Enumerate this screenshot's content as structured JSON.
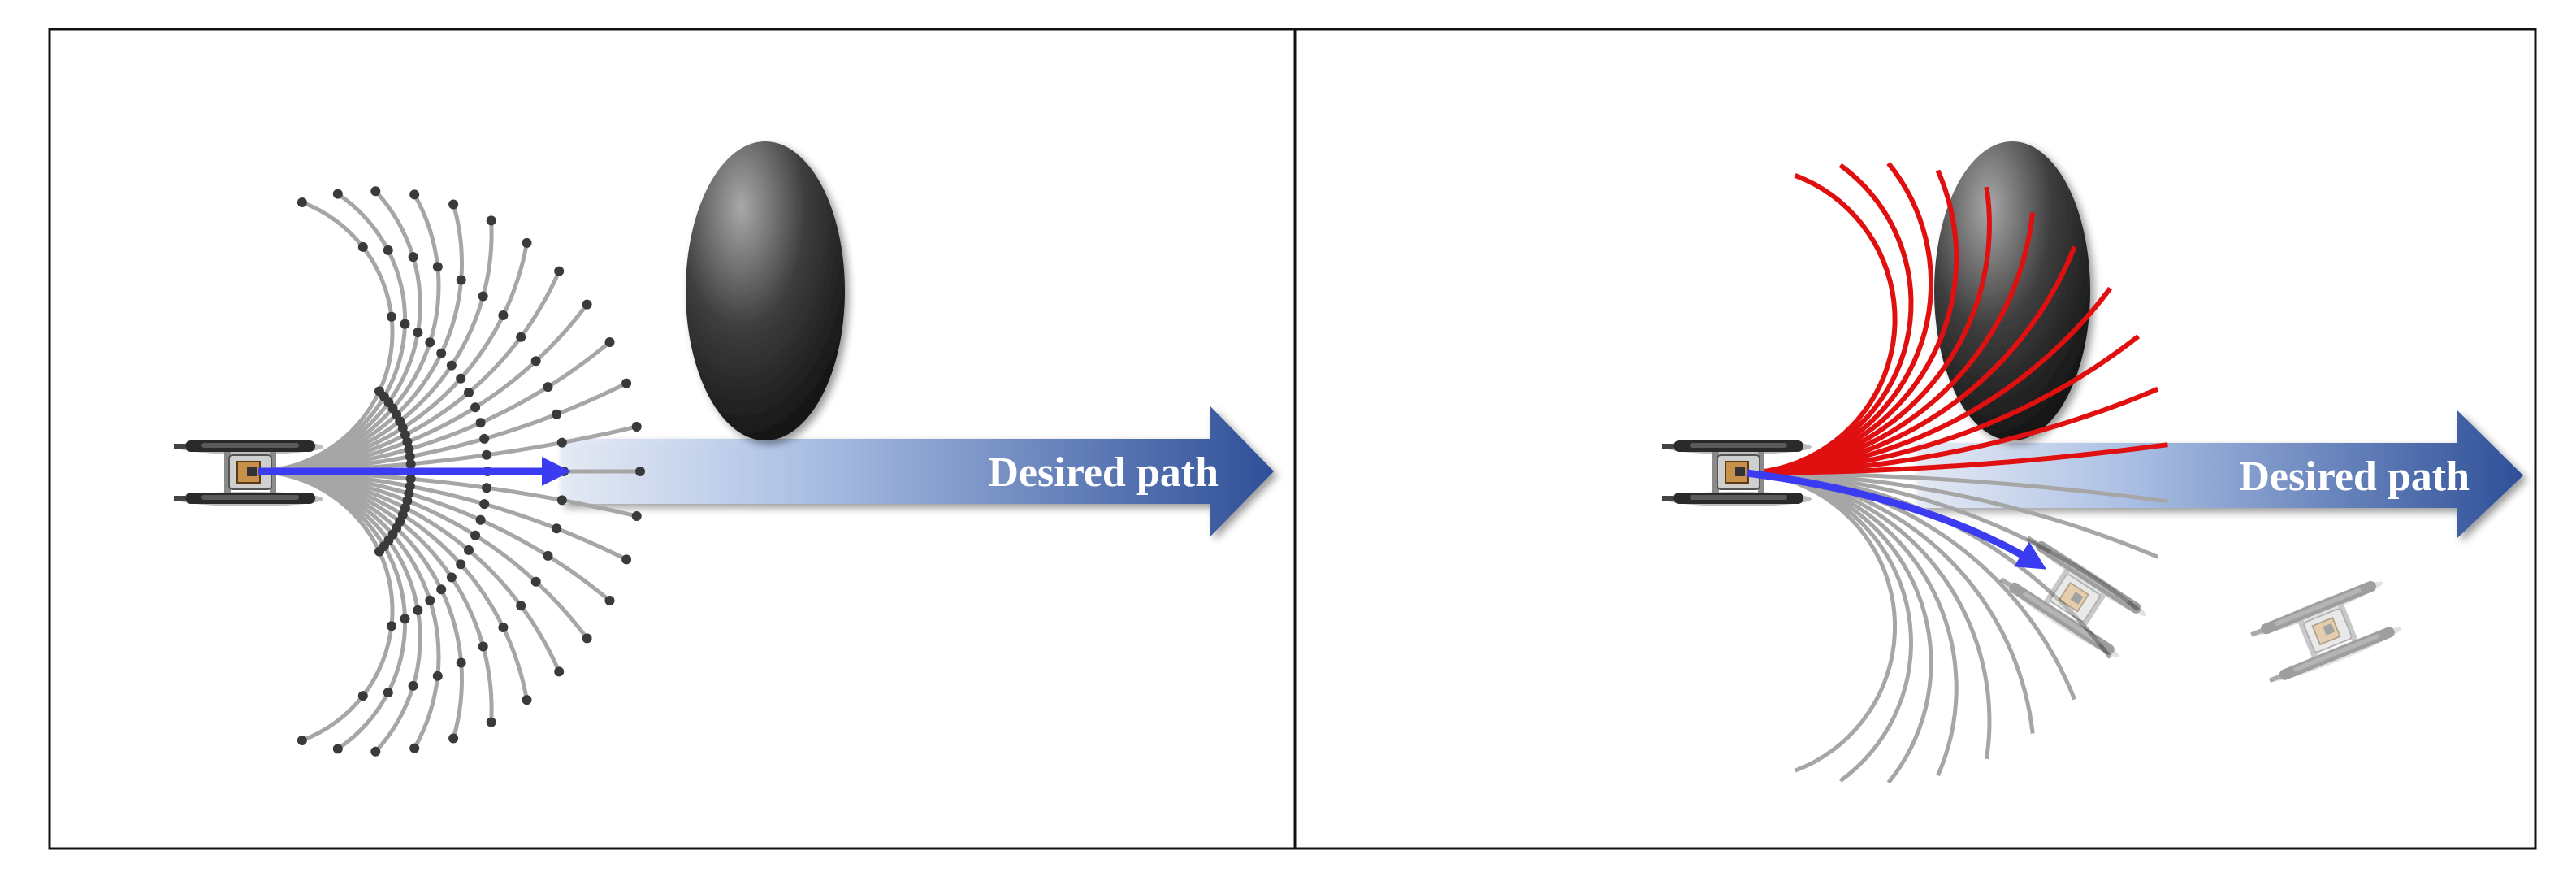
{
  "figure": {
    "panels": [
      {
        "id": "left",
        "arrow_label": "Desired path"
      },
      {
        "id": "right",
        "arrow_label": "Desired path"
      }
    ]
  },
  "colors": {
    "frame": "#111111",
    "trajectory_grey": "#a6a6a6",
    "sample_dot": "#3a3a3a",
    "trajectory_red": "#e01010",
    "chosen_arrow": "#3b3bf2",
    "path_arrow_start": "#dbe4f3",
    "path_arrow_end": "#2e4f98",
    "obstacle_light": "#9a9a9a",
    "obstacle_dark": "#0d0d0d"
  },
  "icons": [
    "robot-boat-icon",
    "obstacle-ellipse-icon",
    "desired-path-arrow-icon",
    "chosen-trajectory-arrow-icon"
  ]
}
